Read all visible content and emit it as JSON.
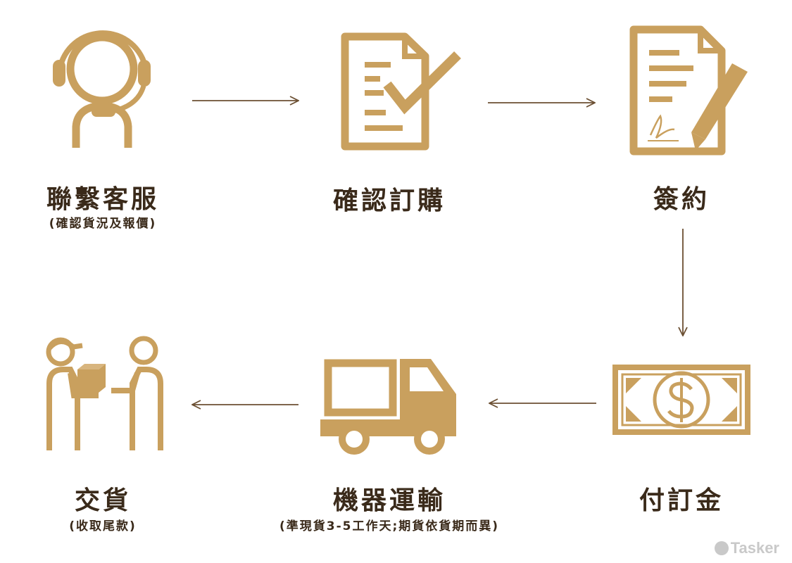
{
  "colors": {
    "gold": "#c9a05e",
    "text": "#3a2a1a",
    "arrow": "#6b4f32",
    "watermark": "#c9c9c9"
  },
  "steps": [
    {
      "title": "聯繫客服",
      "subtitle": "(確認貨況及報價)",
      "icon": "customer-service-headset-icon"
    },
    {
      "title": "確認訂購",
      "subtitle": "",
      "icon": "document-checkmark-icon"
    },
    {
      "title": "簽約",
      "subtitle": "",
      "icon": "document-signature-pen-icon"
    },
    {
      "title": "付訂金",
      "subtitle": "",
      "icon": "dollar-bill-icon"
    },
    {
      "title": "機器運輸",
      "subtitle": "(準現貨3-5工作天;期貨依貨期而異)",
      "icon": "delivery-truck-icon"
    },
    {
      "title": "交貨",
      "subtitle": "(收取尾款)",
      "icon": "package-handover-icon"
    }
  ],
  "watermark": {
    "text": "Tasker",
    "icon": "tasker-logo-icon"
  }
}
